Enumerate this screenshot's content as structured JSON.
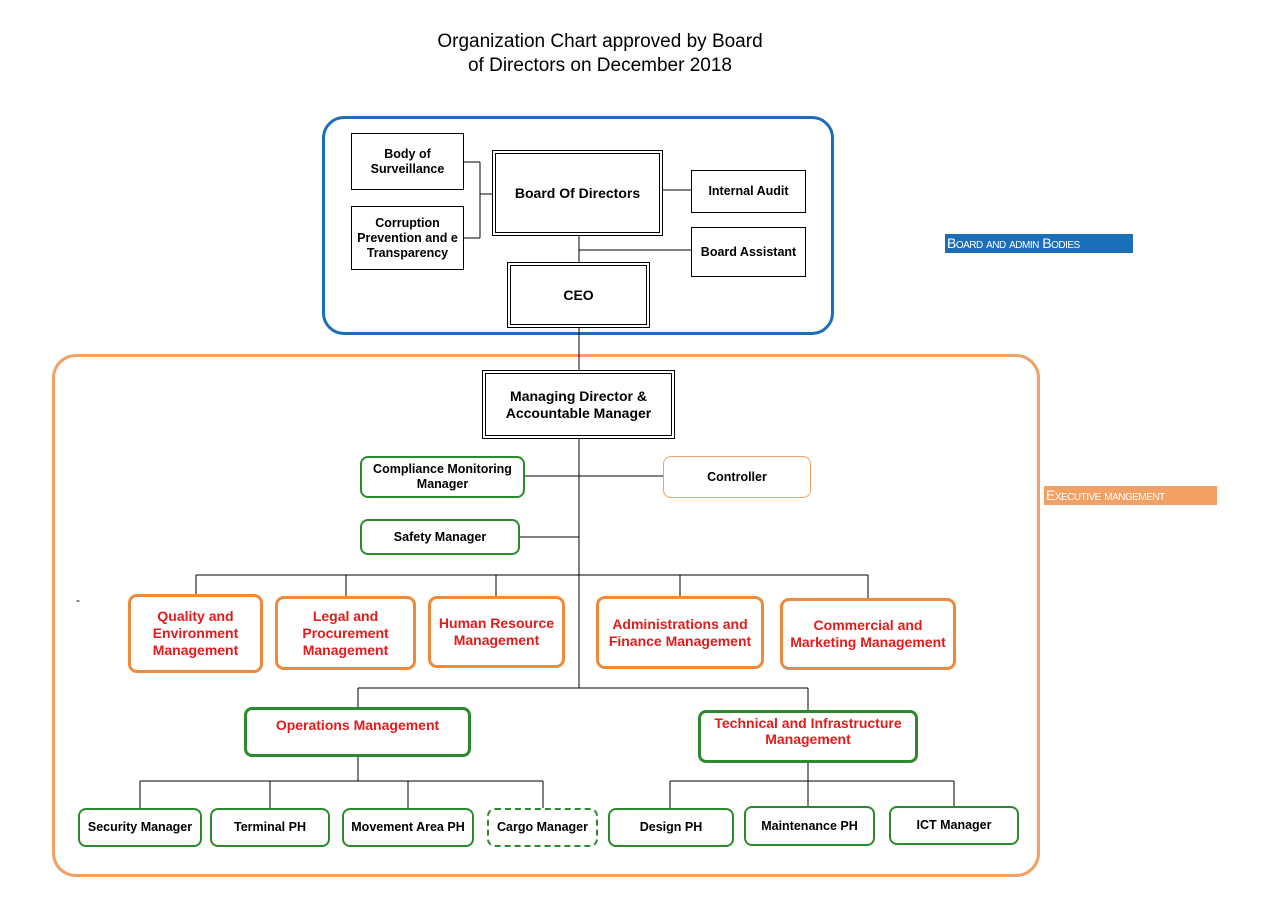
{
  "title": {
    "line1": "Organization Chart approved by Board",
    "line2": "of Directors on December 2018"
  },
  "groups": {
    "board_label": "Board and admin Bodies",
    "exec_label": "Executive mangement"
  },
  "nodes": {
    "body_of_surveillance": "Body of Surveillance",
    "corruption_prevention": "Corruption Prevention and e Transparency",
    "board_of_directors": "Board Of Directors",
    "internal_audit": "Internal Audit",
    "board_assistant": "Board Assistant",
    "ceo": "CEO",
    "managing_director": "Managing Director  & Accountable Manager",
    "compliance_monitoring": "Compliance Monitoring Manager",
    "controller": "Controller",
    "safety_manager": "Safety Manager",
    "quality_environment": "Quality and Environment Management",
    "legal_procurement": "Legal and Procurement Management",
    "human_resource": "Human Resource Management",
    "administrations_finance": "Administrations and Finance Management",
    "commercial_marketing": "Commercial and Marketing Management",
    "operations": "Operations Management",
    "technical_infrastructure": "Technical and Infrastructure Management",
    "security_manager": "Security Manager",
    "terminal_ph": "Terminal PH",
    "movement_area_ph": "Movement Area PH",
    "cargo_manager": "Cargo Manager",
    "design_ph": "Design PH",
    "maintenance_ph": "Maintenance PH",
    "ict_manager": "ICT Manager"
  },
  "stray_mark": "-",
  "colors": {
    "board_group": "#1b6fb8",
    "exec_group": "#f2a063",
    "green_border": "#2c8a2c",
    "red_text": "#e31b1b"
  }
}
